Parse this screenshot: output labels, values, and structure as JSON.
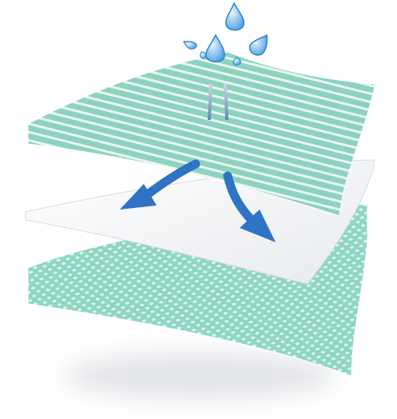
{
  "diagram": {
    "type": "layered-material-illustration",
    "layers": [
      {
        "id": "top",
        "pattern": "stripes",
        "color": "#8ed3bf"
      },
      {
        "id": "middle",
        "pattern": "plain",
        "color": "#f6f7f8"
      },
      {
        "id": "bottom",
        "pattern": "weave",
        "color": "#8fd6c4"
      }
    ],
    "flows": [
      {
        "id": "inflow",
        "kind": "vertical-arrow",
        "color": "#7c9fc7"
      },
      {
        "id": "diverge-left",
        "kind": "curved-arrow",
        "color": "#2f73c4"
      },
      {
        "id": "diverge-right",
        "kind": "curved-arrow",
        "color": "#2f73c4"
      }
    ],
    "droplets": {
      "count": 6,
      "color": "#4a9ee0"
    },
    "background": "#ffffff",
    "shadow": "#e3e5e8"
  }
}
